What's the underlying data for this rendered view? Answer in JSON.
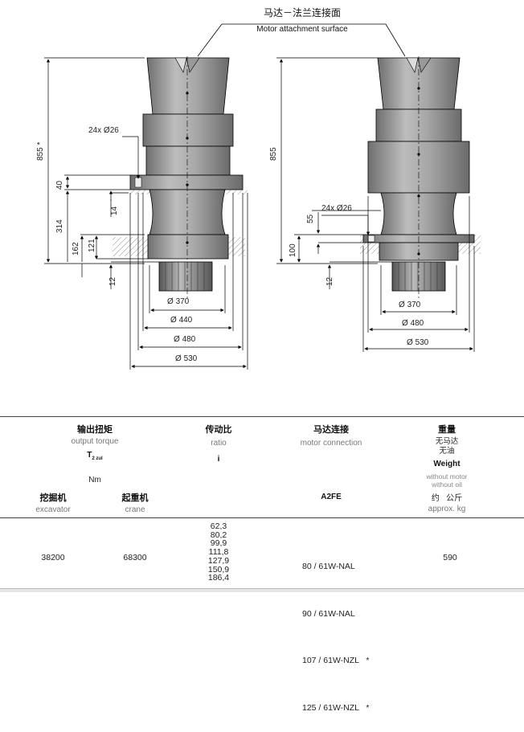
{
  "header": {
    "motor_surface_zh": "马达－法兰连接面",
    "motor_surface_en": "Motor attachment surface"
  },
  "left_view": {
    "dim_855": "855 *",
    "dim_40": "40",
    "dim_314": "314",
    "dim_14": "14",
    "dim_162": "162",
    "dim_121": "121",
    "dim_12": "12",
    "holes": "24x",
    "hole_dia": "26",
    "dia_370": "370",
    "dia_440": "440",
    "dia_480": "480",
    "dia_530": "530"
  },
  "right_view": {
    "dim_855": "855",
    "dim_55": "55",
    "dim_100": "100",
    "dim_12": "12",
    "holes": "24x",
    "hole_dia": "26",
    "dia_370": "370",
    "dia_480": "480",
    "dia_530": "530"
  },
  "diameter_symbol": "Ø",
  "table": {
    "torque_zh": "输出扭矩",
    "torque_en": "output torque",
    "torque_sym": "T",
    "torque_sub": "2 zul",
    "torque_unit": "Nm",
    "excavator_zh": "挖掘机",
    "excavator_en": "excavator",
    "crane_zh": "起重机",
    "crane_en": "crane",
    "ratio_zh": "传动比",
    "ratio_en": "ratio",
    "ratio_sym": "i",
    "motor_zh": "马达连接",
    "motor_en": "motor connection",
    "motor_type": "A2FE",
    "weight_zh": "重量",
    "weight_zh_sub1": "无马达",
    "weight_zh_sub2": "无油",
    "weight_en": "Weight",
    "weight_en_sub1": "without motor",
    "weight_en_sub2": "without oil",
    "approx_zh": "约   公斤",
    "approx_en": "approx. kg",
    "row": {
      "excavator": "38200",
      "crane": "68300",
      "ratios": [
        "62,3",
        "80,2",
        "99,9",
        "111,8",
        "127,9",
        "150,9",
        "186,4"
      ],
      "motors": [
        "80 / 61W-NAL",
        "90 / 61W-NAL",
        "107 / 61W-NZL   *",
        "125 / 61W-NZL   *"
      ],
      "weight": "590"
    }
  },
  "colors": {
    "body_dark": "#8a8a8a",
    "body_mid": "#a9a9a9",
    "body_light": "#c7c7c7",
    "line": "#000000"
  }
}
